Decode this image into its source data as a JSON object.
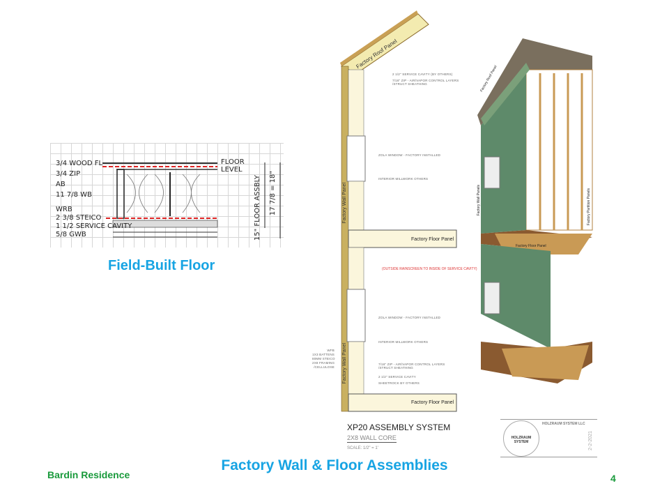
{
  "slide": {
    "footer_left": "Bardin Residence",
    "page_number": "4",
    "title": "Factory Wall & Floor Assemblies",
    "colors": {
      "caption": "#17a4e3",
      "footer": "#1a9a3c"
    }
  },
  "sketch": {
    "caption": "Field-Built Floor",
    "labels": [
      "3/4 WOOD FL",
      "3/4 ZIP",
      "AB",
      "11 7/8 WB",
      "WRB",
      "2 3/8 STEICO",
      "1 1/2 SERVICE CAVITY",
      "5/8 GWB"
    ],
    "floor_level": "FLOOR LEVEL",
    "dim_assembly": "15\" FLOOR ASSBLY",
    "dim_total": "17 7/8 = 18\""
  },
  "section": {
    "roof_label": "Factory Roof Panel",
    "wall_label": "Factory Wall Panel",
    "floor_label": "Factory Floor Panel",
    "notes_top": [
      "2 1/2\" SERVICE CAVITY (BY OTHERS)",
      "7/16\" ZIP - AIR/VAPOR CONTROL LAYERS /STRUCT SHEATHING",
      "ZOLA WINDOW - FACTORY INSTALLED",
      "INTERIOR MILLWORK OTHERS"
    ],
    "red_note": "(OUTSIDE RAINSCREEN TO INSIDE OF SERVICE CAVITY)",
    "notes_bottom": [
      "ZOLA WINDOW - FACTORY INSTALLED",
      "INTERIOR MILLWORK OTHERS",
      "7/16\" ZIP - AIR/VAPOR CONTROL LAYERS /STRUCT SHEATHING",
      "2 1/2\" SERVICE CAVITY",
      "SHEETROCK BY OTHERS"
    ],
    "notes_left": [
      "WFB",
      "1X3 BATTENS",
      "80MM STEICO",
      "2X8 FRAMING",
      "/CELLULOSE"
    ]
  },
  "title_block": {
    "title": "XP20 ASSEMBLY SYSTEM",
    "subtitle": "2X8 WALL CORE",
    "scale": "SCALE: 1/2\" = 1'",
    "company": "HOLZRAUM SYSTEM LLC",
    "logo": "HOLZRAUM SYSTEM",
    "date": "2-2-2021"
  },
  "iso": {
    "roof_label": "Factory Roof Panel",
    "wall_label": "Factory Wall Panels",
    "partition_label": "Factory Partition Panels",
    "floor_label": "Factory Floor Panel"
  }
}
